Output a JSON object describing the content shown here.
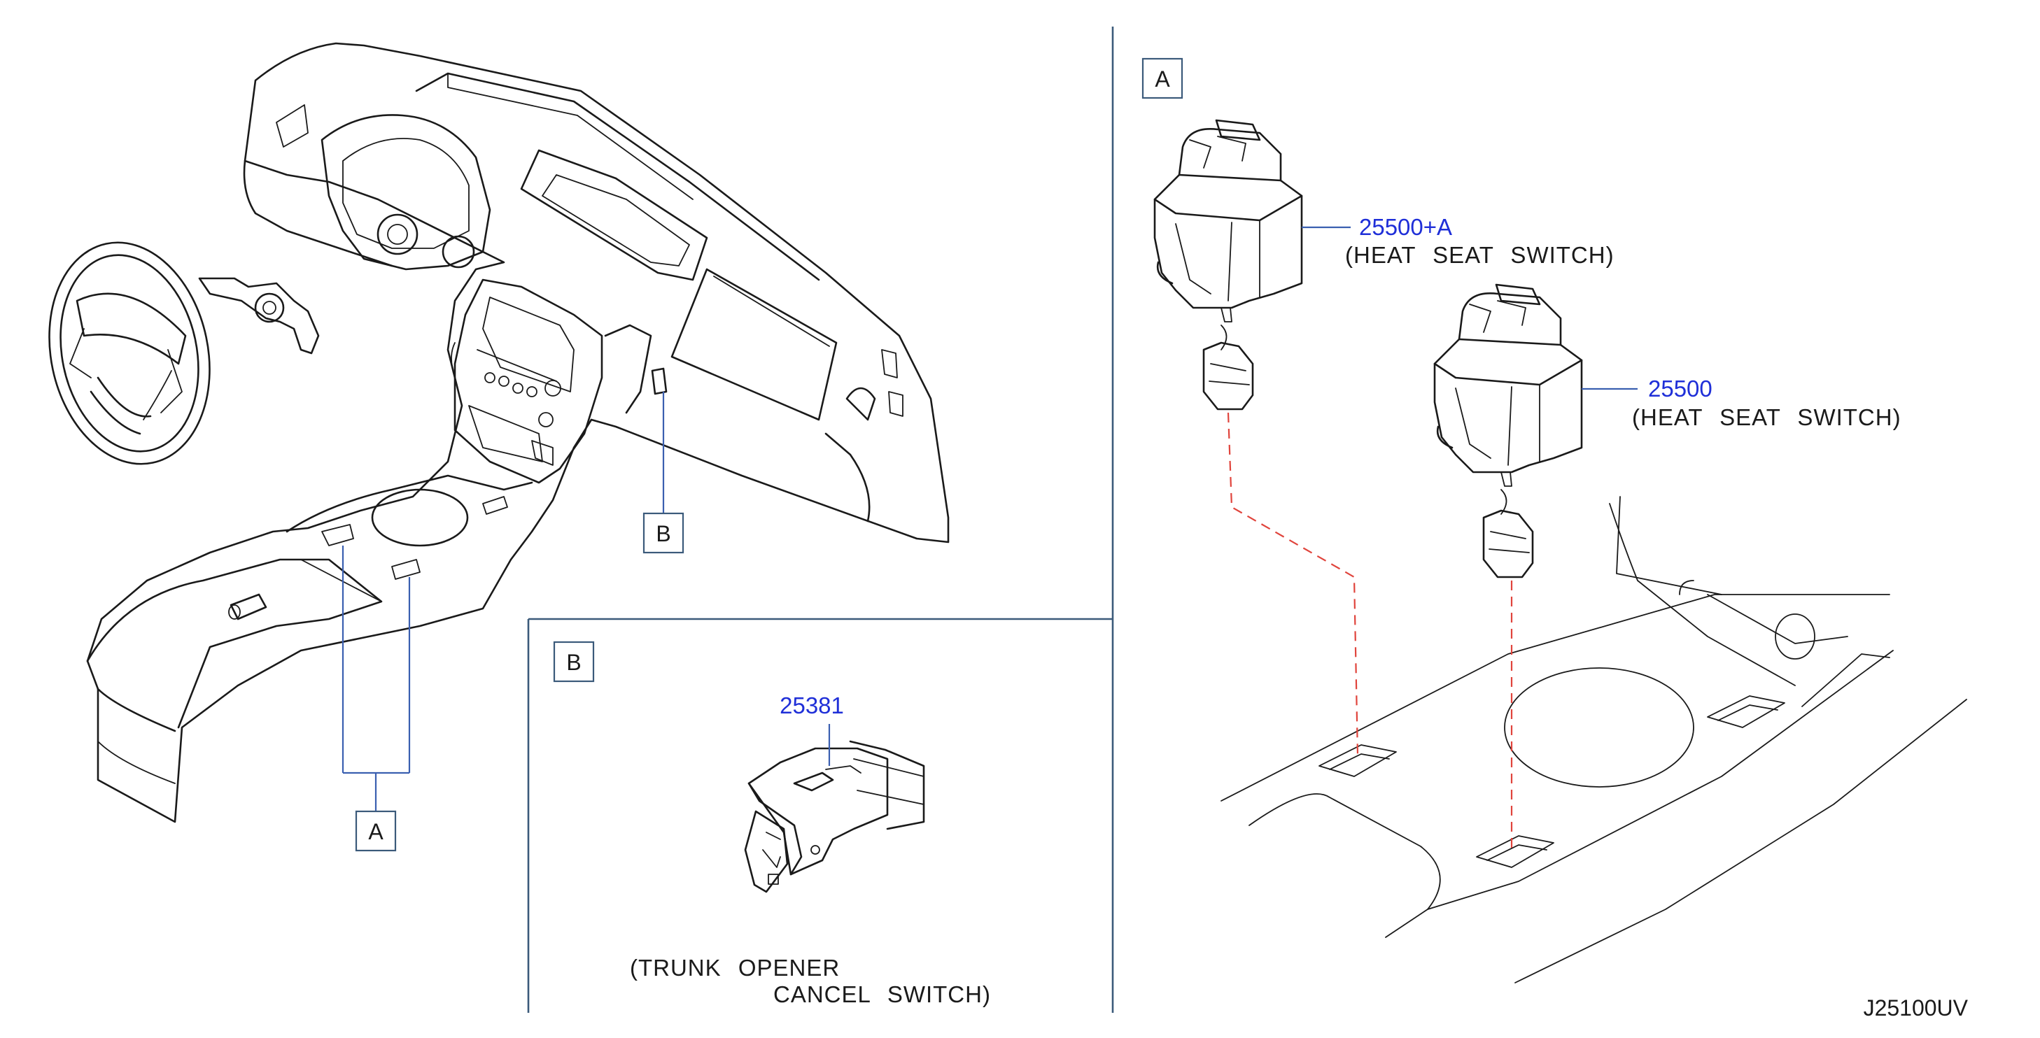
{
  "diagram_code": "J25100UV",
  "callout_boxes": {
    "overview_a": "A",
    "overview_b": "B",
    "section_a": "A",
    "section_b": "B"
  },
  "parts": [
    {
      "number": "25500+A",
      "description": "(HEAT  SEAT  SWITCH)"
    },
    {
      "number": "25500",
      "description": "(HEAT  SEAT  SWITCH)"
    },
    {
      "number": "25381",
      "description_line1": "(TRUNK  OPENER",
      "description_line2": "CANCEL  SWITCH)"
    }
  ],
  "colors": {
    "part_number": "#1f2fd8",
    "callout_line": "#3a5fb0",
    "frame_line": "#3b5a7a",
    "dashed_leader": "#e0443c",
    "drawing_line": "#1a1a1a"
  }
}
